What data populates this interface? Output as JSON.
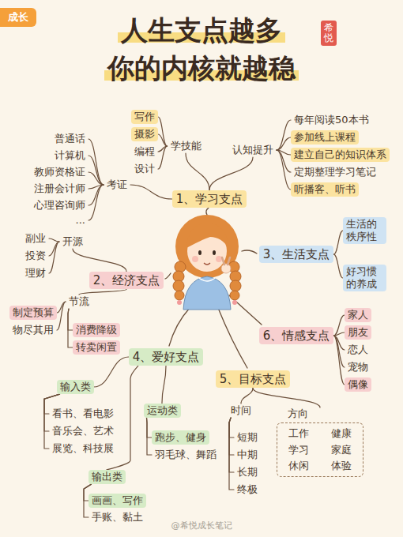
{
  "diagram": {
    "title": "人生支点越多 你的内核就越稳",
    "nodes": [
      {
        "text": [
          "成长"
        ]
      },
      {
        "text": [
          "希悦"
        ]
      },
      {
        "text": [
          "1、学习支点"
        ]
      },
      {
        "text": [
          "学技能"
        ]
      },
      {
        "text": [
          "写作"
        ]
      },
      {
        "text": [
          "摄影"
        ]
      },
      {
        "text": [
          "编程"
        ]
      },
      {
        "text": [
          "设计"
        ]
      },
      {
        "text": [
          "考证"
        ]
      },
      {
        "text": [
          "普通话"
        ]
      },
      {
        "text": [
          "计算机"
        ]
      },
      {
        "text": [
          "教师资格证"
        ]
      },
      {
        "text": [
          "注册会计师"
        ]
      },
      {
        "text": [
          "心理咨询师"
        ]
      },
      {
        "text": [
          "..."
        ]
      },
      {
        "text": [
          "认知提升"
        ]
      },
      {
        "text": [
          "每年阅读50本书"
        ]
      },
      {
        "text": [
          "参加线上课程"
        ]
      },
      {
        "text": [
          "建立自己的知识体系"
        ]
      },
      {
        "text": [
          "定期整理学习笔记"
        ]
      },
      {
        "text": [
          "听播客、听书"
        ]
      },
      {
        "text": [
          "2、经济支点"
        ]
      },
      {
        "text": [
          "开源"
        ]
      },
      {
        "text": [
          "副业"
        ]
      },
      {
        "text": [
          "投资"
        ]
      },
      {
        "text": [
          "理财"
        ]
      },
      {
        "text": [
          "节流"
        ]
      },
      {
        "text": [
          "制定预算"
        ]
      },
      {
        "text": [
          "物尽其用"
        ]
      },
      {
        "text": [
          "消费降级"
        ]
      },
      {
        "text": [
          "转卖闲置"
        ]
      },
      {
        "text": [
          "3、生活支点"
        ]
      },
      {
        "text": [
          "生活的 秩序性"
        ]
      },
      {
        "text": [
          "好习惯 的养成"
        ]
      },
      {
        "text": [
          "6、情感支点"
        ]
      },
      {
        "text": [
          "家人"
        ]
      },
      {
        "text": [
          "朋友"
        ]
      },
      {
        "text": [
          "恋人"
        ]
      },
      {
        "text": [
          "宠物"
        ]
      },
      {
        "text": [
          "偶像"
        ]
      },
      {
        "text": [
          "4、爱好支点"
        ]
      },
      {
        "text": [
          "输入类"
        ]
      },
      {
        "text": [
          "看书、看电影"
        ]
      },
      {
        "text": [
          "音乐会、艺术"
        ]
      },
      {
        "text": [
          "展览、科技展"
        ]
      },
      {
        "text": [
          "运动类"
        ]
      },
      {
        "text": [
          "跑步、健身"
        ]
      },
      {
        "text": [
          "羽毛球、舞蹈"
        ]
      },
      {
        "text": [
          "输出类"
        ]
      },
      {
        "text": [
          "画画、写作"
        ]
      },
      {
        "text": [
          "手账、黏土"
        ]
      },
      {
        "text": [
          "5、目标支点"
        ]
      },
      {
        "text": [
          "时间"
        ]
      },
      {
        "text": [
          "短期"
        ]
      },
      {
        "text": [
          "中期"
        ]
      },
      {
        "text": [
          "长期"
        ]
      },
      {
        "text": [
          "终极"
        ]
      },
      {
        "text": [
          "方向",
          "工作",
          "健康",
          "学习",
          "家庭",
          "休闲",
          "体验"
        ]
      }
    ],
    "edges": [
      {
        "from": 2,
        "to": 3,
        "arrow": "none"
      },
      {
        "from": 3,
        "to": 4,
        "arrow": "none"
      },
      {
        "from": 3,
        "to": 5,
        "arrow": "none"
      },
      {
        "from": 3,
        "to": 6,
        "arrow": "none"
      },
      {
        "from": 3,
        "to": 7,
        "arrow": "none"
      },
      {
        "from": 2,
        "to": 8,
        "arrow": "none"
      },
      {
        "from": 8,
        "to": 9,
        "arrow": "none"
      },
      {
        "from": 8,
        "to": 10,
        "arrow": "none"
      },
      {
        "from": 8,
        "to": 11,
        "arrow": "none"
      },
      {
        "from": 8,
        "to": 12,
        "arrow": "none"
      },
      {
        "from": 8,
        "to": 13,
        "arrow": "none"
      },
      {
        "from": 8,
        "to": 14,
        "arrow": "none"
      },
      {
        "from": 2,
        "to": 15,
        "arrow": "none"
      },
      {
        "from": 15,
        "to": 16,
        "arrow": "none"
      },
      {
        "from": 15,
        "to": 17,
        "arrow": "none"
      },
      {
        "from": 15,
        "to": 18,
        "arrow": "none"
      },
      {
        "from": 15,
        "to": 19,
        "arrow": "none"
      },
      {
        "from": 15,
        "to": 20,
        "arrow": "none"
      },
      {
        "from": 21,
        "to": 22,
        "arrow": "none"
      },
      {
        "from": 22,
        "to": 23,
        "arrow": "none"
      },
      {
        "from": 22,
        "to": 24,
        "arrow": "none"
      },
      {
        "from": 22,
        "to": 25,
        "arrow": "none"
      },
      {
        "from": 21,
        "to": 26,
        "arrow": "none"
      },
      {
        "from": 26,
        "to": 27,
        "arrow": "none"
      },
      {
        "from": 26,
        "to": 28,
        "arrow": "none"
      },
      {
        "from": 26,
        "to": 29,
        "arrow": "none"
      },
      {
        "from": 26,
        "to": 30,
        "arrow": "none"
      },
      {
        "from": 31,
        "to": 32,
        "arrow": "none"
      },
      {
        "from": 31,
        "to": 33,
        "arrow": "none"
      },
      {
        "from": 34,
        "to": 35,
        "arrow": "none"
      },
      {
        "from": 34,
        "to": 36,
        "arrow": "none"
      },
      {
        "from": 34,
        "to": 37,
        "arrow": "none"
      },
      {
        "from": 34,
        "to": 38,
        "arrow": "none"
      },
      {
        "from": 34,
        "to": 39,
        "arrow": "none"
      },
      {
        "from": 40,
        "to": 41,
        "arrow": "none"
      },
      {
        "from": 41,
        "to": 42,
        "arrow": "none"
      },
      {
        "from": 41,
        "to": 43,
        "arrow": "none"
      },
      {
        "from": 41,
        "to": 44,
        "arrow": "none"
      },
      {
        "from": 40,
        "to": 45,
        "arrow": "none"
      },
      {
        "from": 45,
        "to": 46,
        "arrow": "none"
      },
      {
        "from": 45,
        "to": 47,
        "arrow": "none"
      },
      {
        "from": 40,
        "to": 48,
        "arrow": "none"
      },
      {
        "from": 48,
        "to": 49,
        "arrow": "none"
      },
      {
        "from": 48,
        "to": 50,
        "arrow": "none"
      },
      {
        "from": 51,
        "to": 52,
        "arrow": "none"
      },
      {
        "from": 52,
        "to": 53,
        "arrow": "none"
      },
      {
        "from": 52,
        "to": 54,
        "arrow": "none"
      },
      {
        "from": 52,
        "to": 55,
        "arrow": "none"
      },
      {
        "from": 52,
        "to": 56,
        "arrow": "none"
      },
      {
        "from": 51,
        "to": 57,
        "arrow": "none"
      }
    ],
    "labels": [
      "@希悦成长笔记"
    ]
  }
}
